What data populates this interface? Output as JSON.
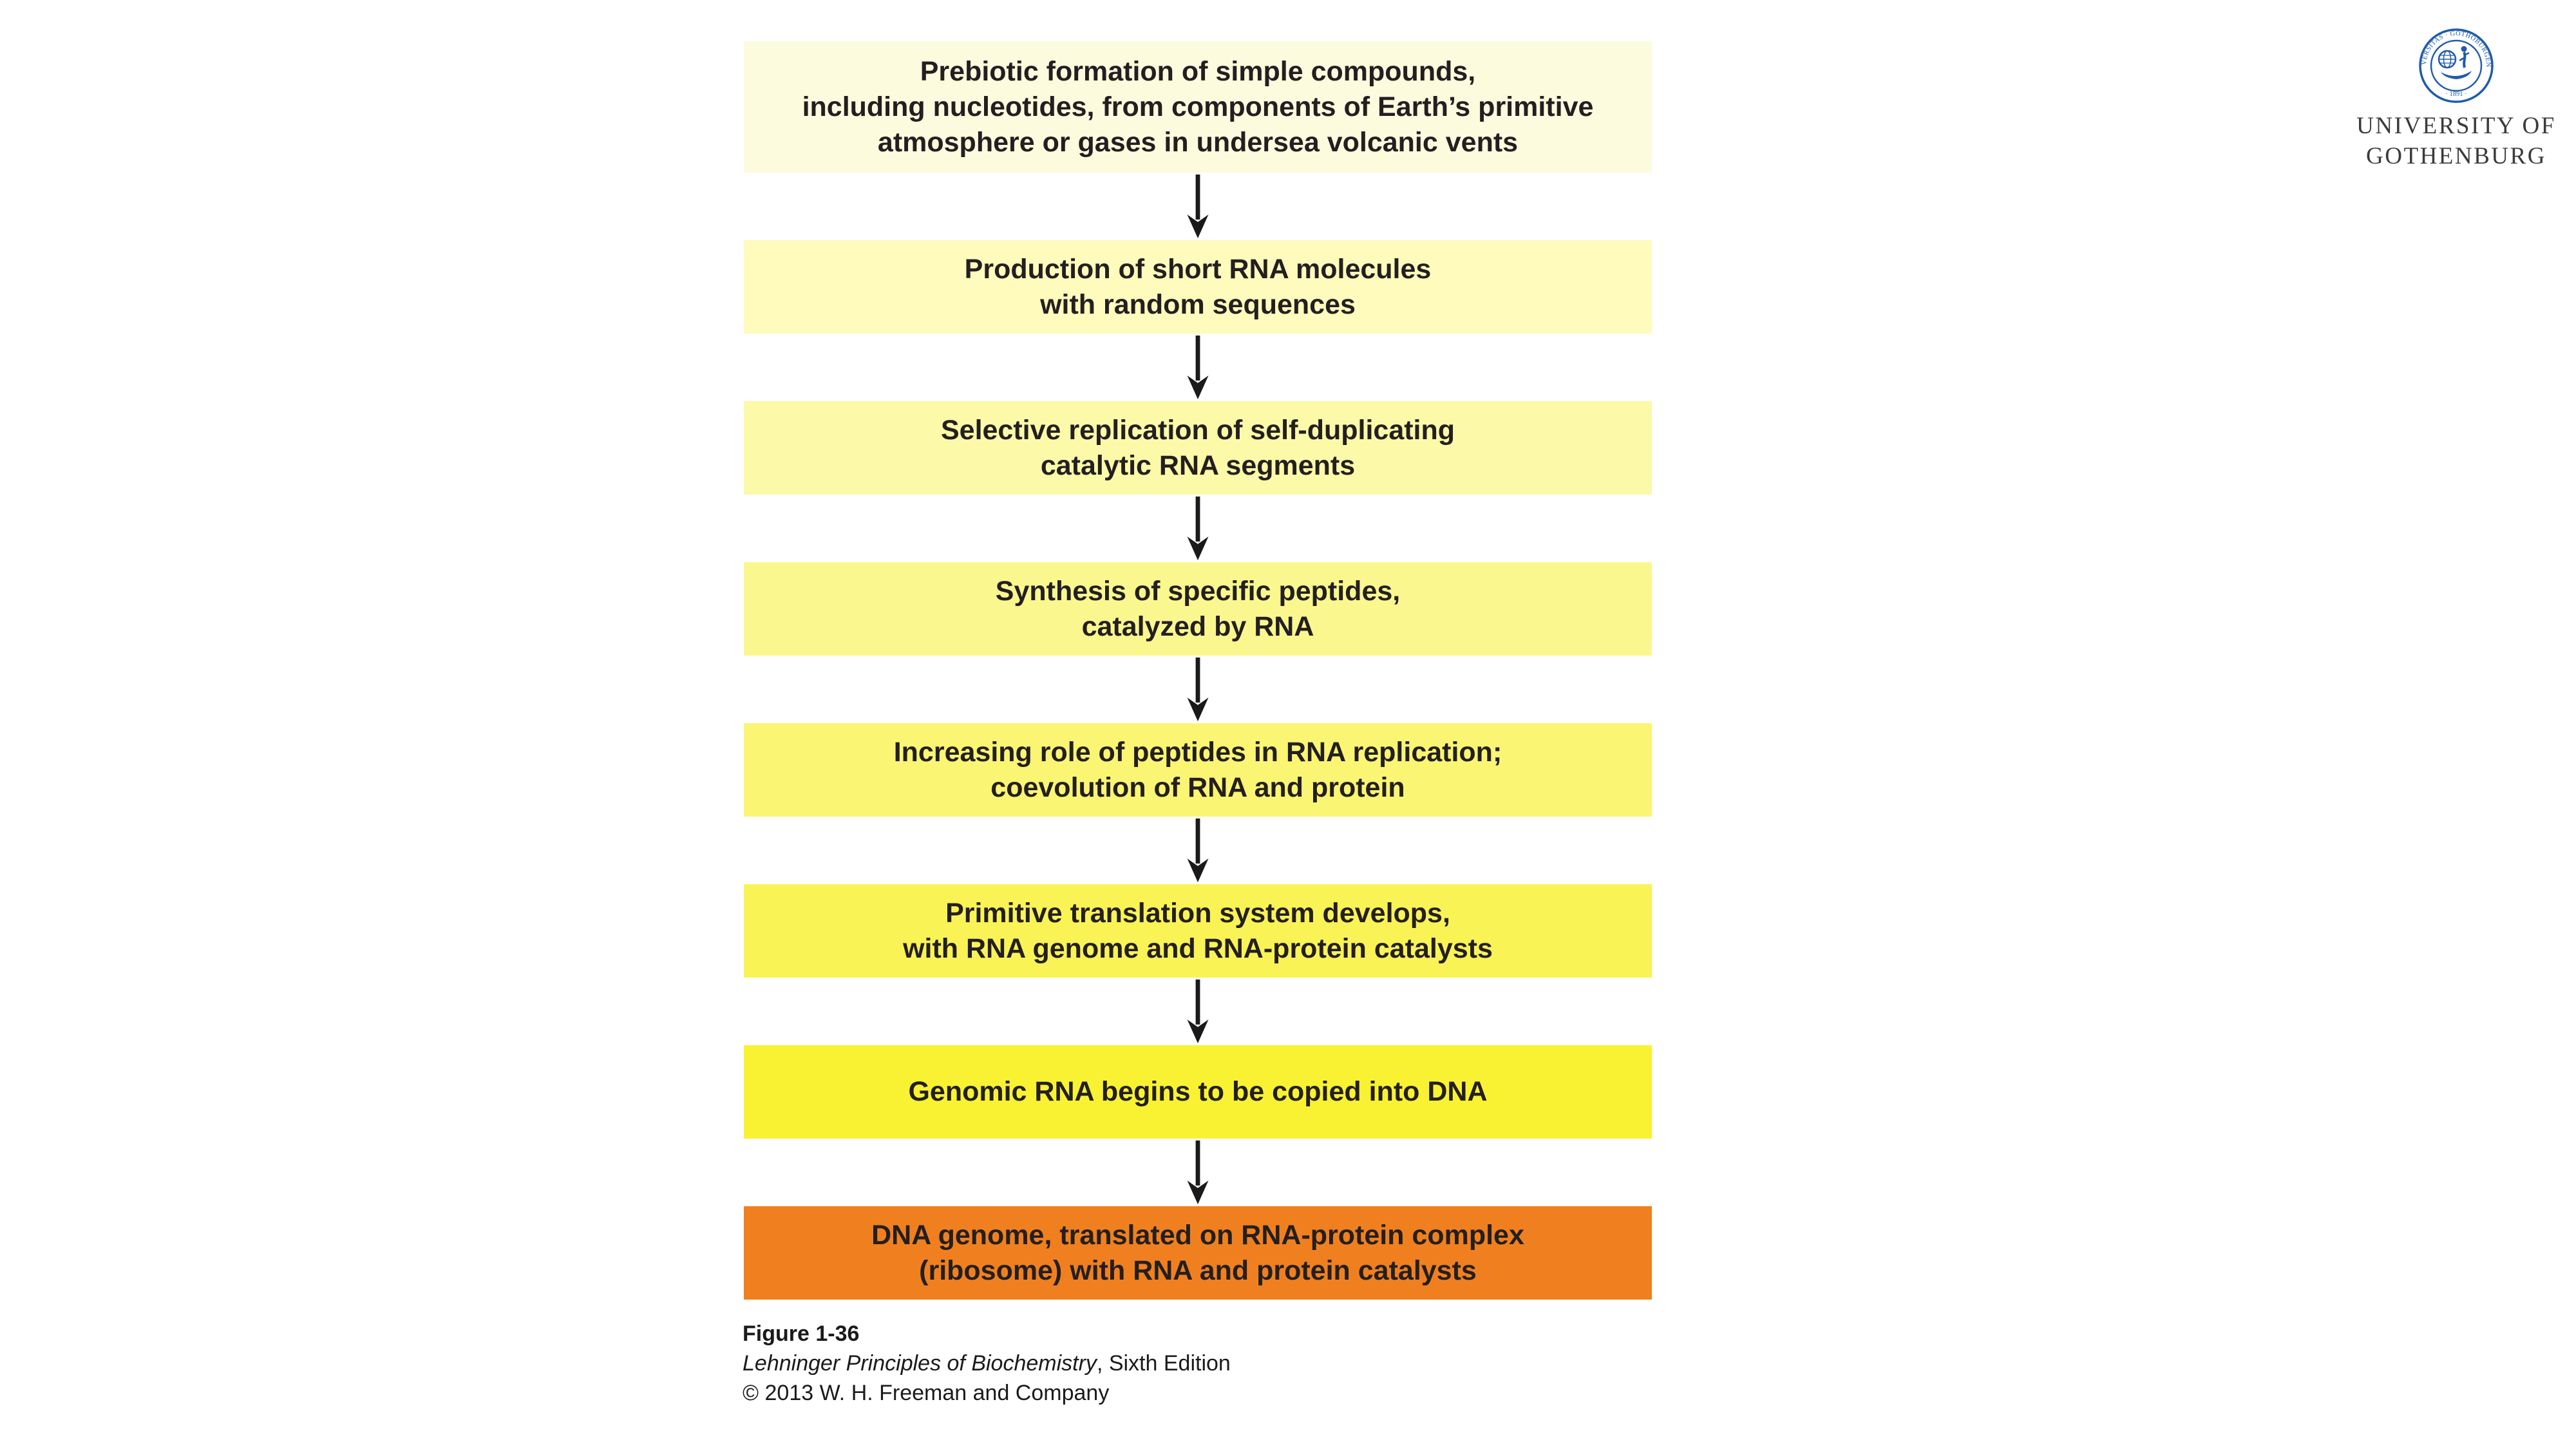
{
  "flowchart": {
    "text_color": "#231F20",
    "arrow_color": "#1A1A1A",
    "steps": [
      {
        "bg": "#FDFBDE",
        "lines": [
          "Prebiotic formation of simple compounds,",
          "including nucleotides, from components of Earth’s primitive",
          "atmosphere or gases in undersea volcanic vents"
        ]
      },
      {
        "bg": "#FEFBBC",
        "lines": [
          "Production of short RNA molecules",
          "with random sequences"
        ]
      },
      {
        "bg": "#FCF9A8",
        "lines": [
          "Selective replication of self-duplicating",
          "catalytic RNA segments"
        ]
      },
      {
        "bg": "#FBF78F",
        "lines": [
          "Synthesis of specific peptides,",
          "catalyzed by RNA"
        ]
      },
      {
        "bg": "#FAF573",
        "lines": [
          "Increasing role of peptides in RNA replication;",
          "coevolution of RNA and protein"
        ]
      },
      {
        "bg": "#F9F356",
        "lines": [
          "Primitive translation system develops,",
          "with RNA genome and RNA-protein catalysts"
        ]
      },
      {
        "bg": "#F9F233",
        "lines": [
          "Genomic RNA begins to be copied into DNA"
        ]
      },
      {
        "bg": "#F0801F",
        "lines": [
          "DNA genome, translated on RNA-protein complex",
          "(ribosome) with RNA and protein catalysts"
        ]
      }
    ]
  },
  "caption": {
    "figure_label": "Figure 1-36",
    "book_title_italic": "Lehninger Principles of Biochemistry",
    "book_title_rest": ", Sixth Edition",
    "copyright": "© 2013 W. H. Freeman and Company"
  },
  "logo": {
    "seal_text_top": "UNIVERSITAS · GOTHOBURGENSIS",
    "seal_year": "· 1891 ·",
    "name_line1": "UNIVERSITY OF",
    "name_line2": "GOTHENBURG",
    "seal_color": "#1F5CA9",
    "name_color": "#3B3B3C"
  }
}
